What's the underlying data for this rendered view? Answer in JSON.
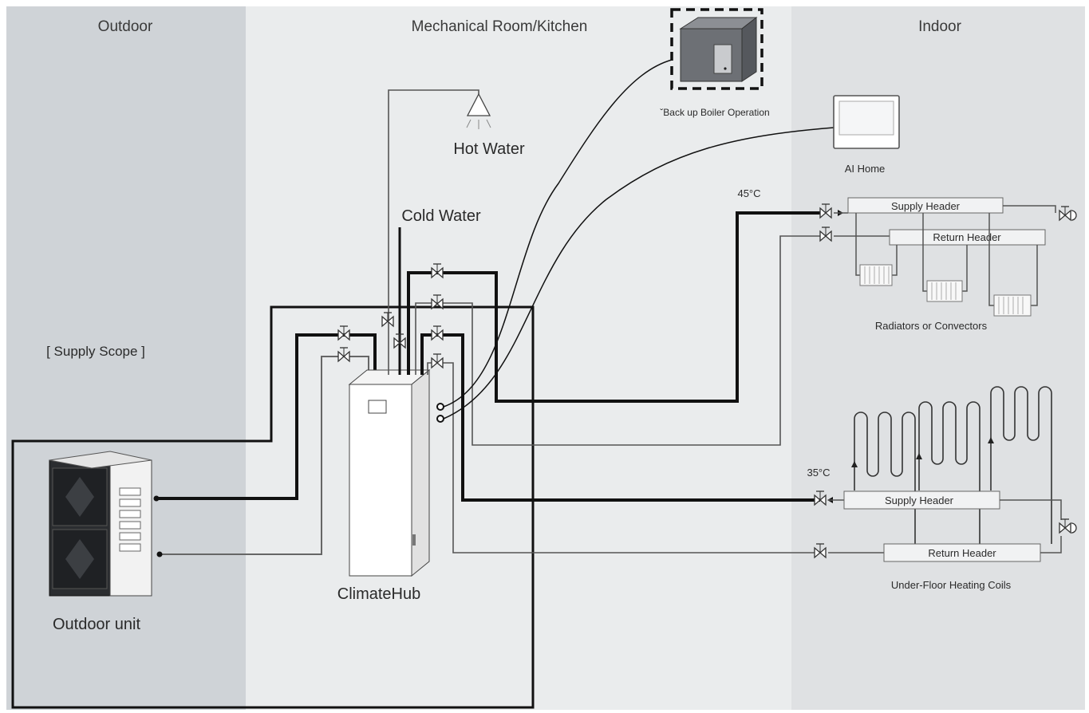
{
  "zones": {
    "outdoor": "Outdoor",
    "mechanical": "Mechanical Room/Kitchen",
    "indoor": "Indoor"
  },
  "supply_scope": "[ Supply Scope ]",
  "components": {
    "outdoor_unit": "Outdoor unit",
    "climate_hub": "ClimateHub",
    "hot_water": "Hot Water",
    "cold_water": "Cold Water",
    "boiler": "ˇBack up Boiler Operation",
    "controller": "AI Home",
    "radiators": "Radiators or Convectors",
    "underfloor": "Under-Floor Heating Coils"
  },
  "headers": {
    "radiator_supply": "Supply Header",
    "radiator_return": "Return Header",
    "floor_supply": "Supply Header",
    "floor_return": "Return Header"
  },
  "temperatures": {
    "radiator_loop": "45°C",
    "floor_loop": "35°C"
  },
  "colors": {
    "outdoor_zone": "#cfd3d7",
    "mechanical_zone": "#eaeced",
    "indoor_zone": "#dfe1e3",
    "pipe": "#111111",
    "thin_pipe": "#555555"
  }
}
